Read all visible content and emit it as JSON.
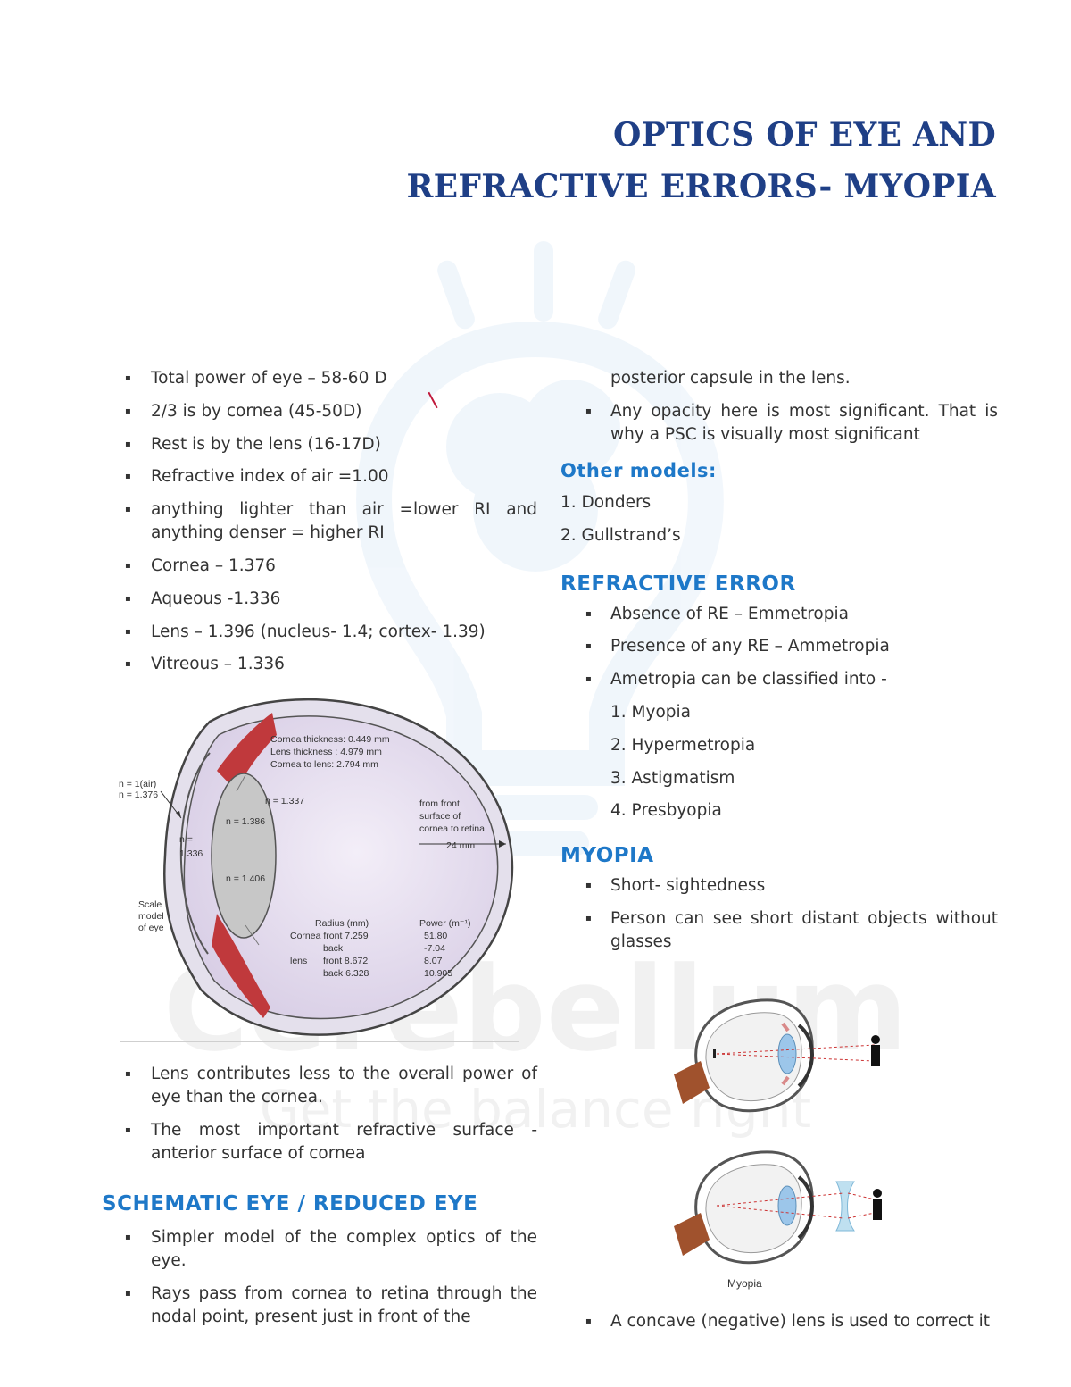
{
  "title": {
    "line1": "OPTICS OF EYE AND",
    "line2": "REFRACTIVE ERRORS- MYOPIA"
  },
  "watermark": {
    "brand": "Cerebellum",
    "tagline": "Get the balance right"
  },
  "left": {
    "bullets": [
      "Total power of eye – 58-60 D",
      "2/3 is by cornea (45-50D)",
      "Rest is by the lens (16-17D)",
      "Refractive index of air =1.00",
      "anything lighter than air =lower RI and anything denser = higher RI",
      "Cornea – 1.376",
      "Aqueous -1.336",
      "Lens – 1.396 (nucleus- 1.4; cortex- 1.39)",
      "Vitreous – 1.336"
    ],
    "after_figure_bullets": [
      "Lens contributes less to the overall power of eye than the cornea.",
      "The most important refractive surface - anterior surface of cornea"
    ],
    "schematic_heading": "SCHEMATIC EYE / REDUCED EYE",
    "schematic_bullets": [
      "Simpler model of the complex optics of the eye.",
      "Rays pass from cornea to retina through the nodal point, present just in front of the"
    ]
  },
  "eye_figure": {
    "measures": [
      "Cornea thickness: 0.449 mm",
      "Lens thickness :   4.979 mm",
      "Cornea to lens:     2.794 mm"
    ],
    "n_air_line1": "n = 1(air)",
    "n_air_line2": "n = 1.376",
    "n_1337": "n = 1.337",
    "n_1386": "n = 1.386",
    "n_1406": "n = 1.406",
    "n_aq1": "n =",
    "n_aq2": "1.336",
    "from_front": [
      "from front",
      "surface of",
      "cornea to retina"
    ],
    "dist": "24 mm",
    "scale": [
      "Scale",
      "model",
      "of eye"
    ],
    "radius_head": "Radius (mm)",
    "power_head": "Power (m⁻¹)",
    "rows": [
      {
        "label": "Cornea front 7.259",
        "power": "51.80"
      },
      {
        "label": "back",
        "power": "-7.04"
      },
      {
        "label": "front 8.672",
        "power": "8.07"
      },
      {
        "label": "back 6.328",
        "power": "10.905"
      }
    ],
    "lens_label": "lens"
  },
  "right": {
    "cont_lines": [
      "posterior capsule in the lens."
    ],
    "top_bullets": [
      "Any opacity here is most significant. That is why a PSC is visually most significant"
    ],
    "other_heading": "Other models:",
    "other_models": [
      "1.  Donders",
      "2.  Gullstrand’s"
    ],
    "re_heading": "REFRACTIVE ERROR",
    "re_bullets": [
      "Absence of RE – Emmetropia",
      "Presence of any RE – Ammetropia",
      "Ametropia can be classified into -"
    ],
    "re_types": [
      "1.  Myopia",
      "2.  Hypermetropia",
      "3.  Astigmatism",
      "4.  Presbyopia"
    ],
    "myopia_heading": "MYOPIA",
    "myopia_bullets": [
      "Short- sightedness",
      "Person can see short distant objects without glasses"
    ],
    "myopia_caption": "Myopia",
    "final_bullet": "A concave (negative) lens is used to correct it"
  }
}
